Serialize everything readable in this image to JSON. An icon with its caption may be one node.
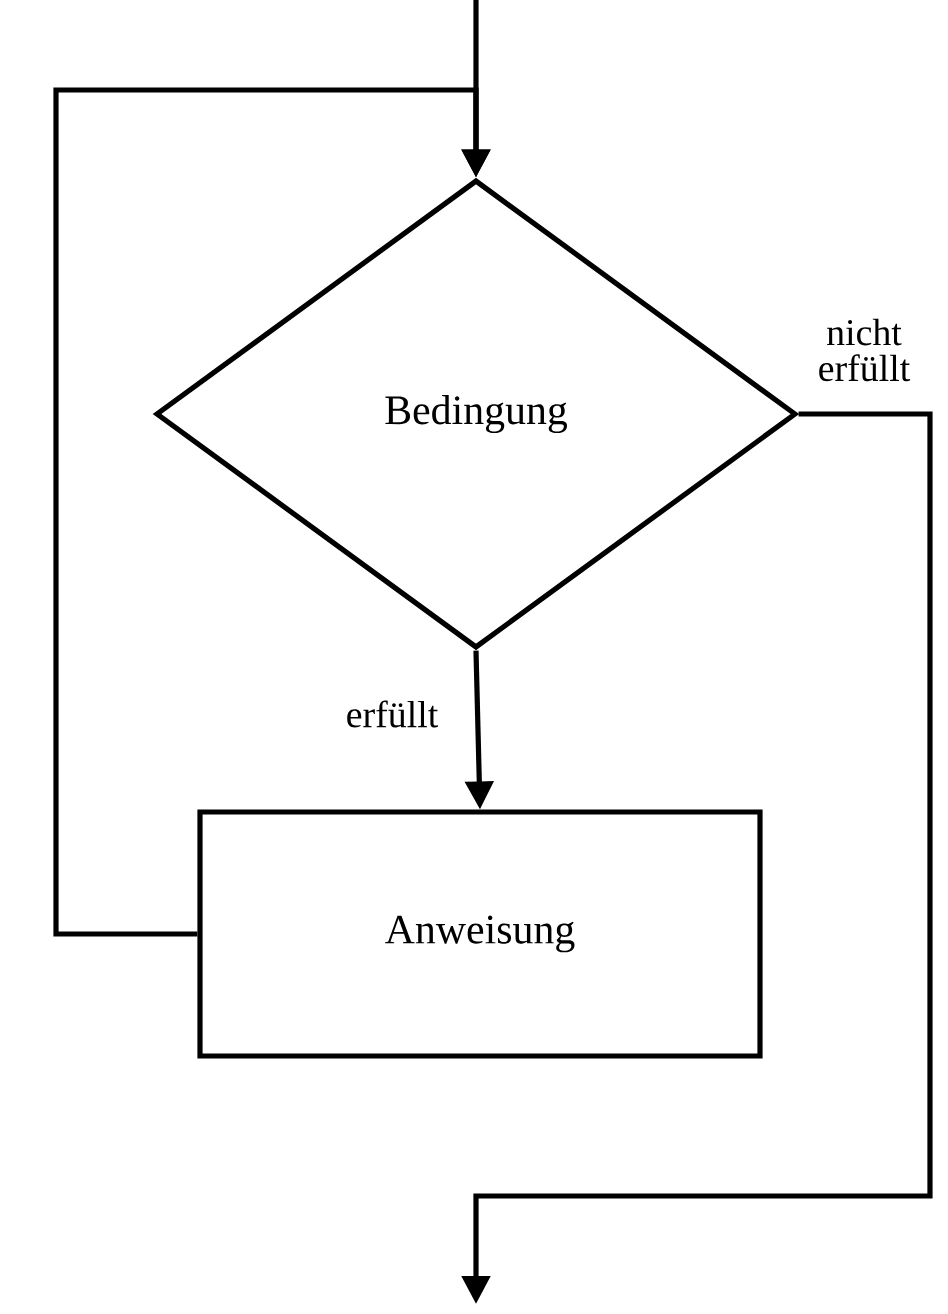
{
  "diagram": {
    "nodes": [
      {
        "text": [
          "Bedingung"
        ]
      },
      {
        "text": [
          "Anweisung"
        ]
      }
    ],
    "edges": [
      {
        "from": null,
        "to": 0,
        "arrow": "to"
      },
      {
        "from": 1,
        "to": 0,
        "arrow": "to"
      },
      {
        "from": 0,
        "to": 1,
        "arrow": "to",
        "label": "erfüllt"
      },
      {
        "from": 0,
        "to": null,
        "arrow": "to",
        "label": "nicht erfüllt"
      }
    ]
  }
}
